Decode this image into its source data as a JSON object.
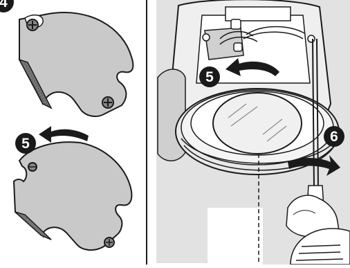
{
  "steps": {
    "left_top": "4",
    "left_bottom": "5",
    "right_rotate": "5",
    "right_remove": "6"
  },
  "icons": {
    "rotate_arrow": "curved-arrow-icon",
    "screw": "screw-icon",
    "screwdriver": "screwdriver-icon",
    "hand": "hand-icon"
  },
  "colors": {
    "plate_fill": "#c9c9c9",
    "housing_fill": "#efefef",
    "background_gray": "#e2e2e2",
    "outline": "#1a1a1a"
  }
}
